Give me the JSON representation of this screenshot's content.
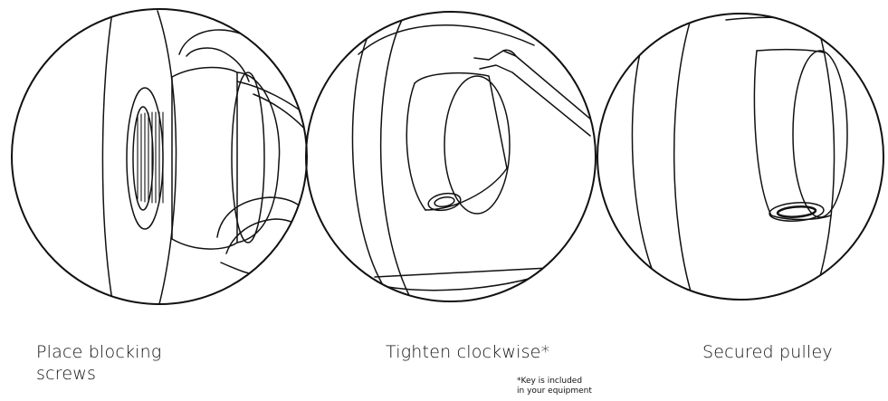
{
  "panels": [
    {
      "caption_line1": "Place blocking",
      "caption_line2": "screws"
    },
    {
      "caption": "Tighten clockwise*"
    },
    {
      "caption": "Secured pulley"
    }
  ],
  "footnote": {
    "line1": "*Key is included",
    "line2": "in your equipment"
  }
}
